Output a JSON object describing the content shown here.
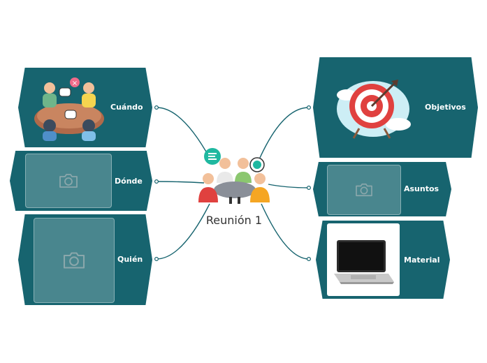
{
  "central": {
    "title": "Reunión 1",
    "icon": "meeting-people-icon"
  },
  "branches": {
    "cuando": {
      "label": "Cuándo",
      "image": "meeting-illustration"
    },
    "donde": {
      "label": "Dónde",
      "image": "camera-placeholder"
    },
    "quien": {
      "label": "Quién",
      "image": "camera-placeholder"
    },
    "objetivos": {
      "label": "Objetivos",
      "image": "target-illustration"
    },
    "asuntos": {
      "label": "Asuntos",
      "image": "camera-placeholder"
    },
    "material": {
      "label": "Material",
      "image": "laptop-image"
    }
  },
  "colors": {
    "node": "#17646f",
    "connector": "#17646f",
    "placeholder": "#ffffff"
  }
}
